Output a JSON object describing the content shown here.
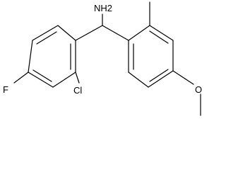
{
  "structure": {
    "atoms": {
      "amine": "NH2",
      "chlorine": "Cl",
      "fluorine": "F",
      "methoxy_oxygen": "O"
    }
  }
}
